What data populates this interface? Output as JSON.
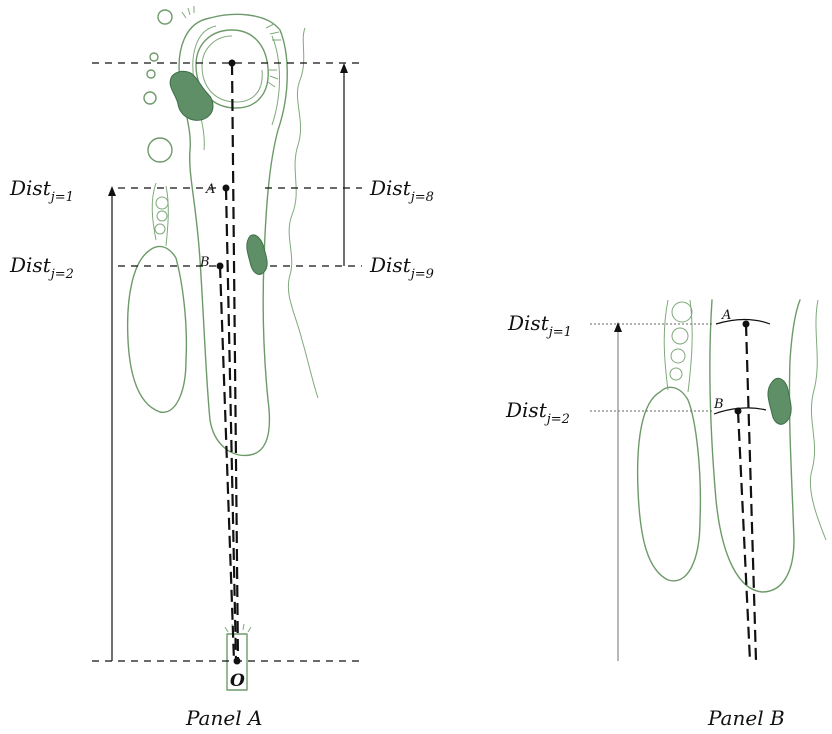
{
  "panel_a": {
    "title": "Panel A",
    "dist_labels": [
      {
        "base": "Dist",
        "sub": "j=1"
      },
      {
        "base": "Dist",
        "sub": "j=2"
      },
      {
        "base": "Dist",
        "sub": "j=8"
      },
      {
        "base": "Dist",
        "sub": "j=9"
      }
    ],
    "points": {
      "a": "A",
      "b": "B",
      "o": "O"
    }
  },
  "panel_b": {
    "title": "Panel B",
    "dist_labels": [
      {
        "base": "Dist",
        "sub": "j=1"
      },
      {
        "base": "Dist",
        "sub": "j=2"
      }
    ],
    "points": {
      "a": "A",
      "b": "B"
    }
  },
  "colors": {
    "sketch": "#6e9a6a",
    "spot": "#5e8f66",
    "ink": "#111111"
  }
}
